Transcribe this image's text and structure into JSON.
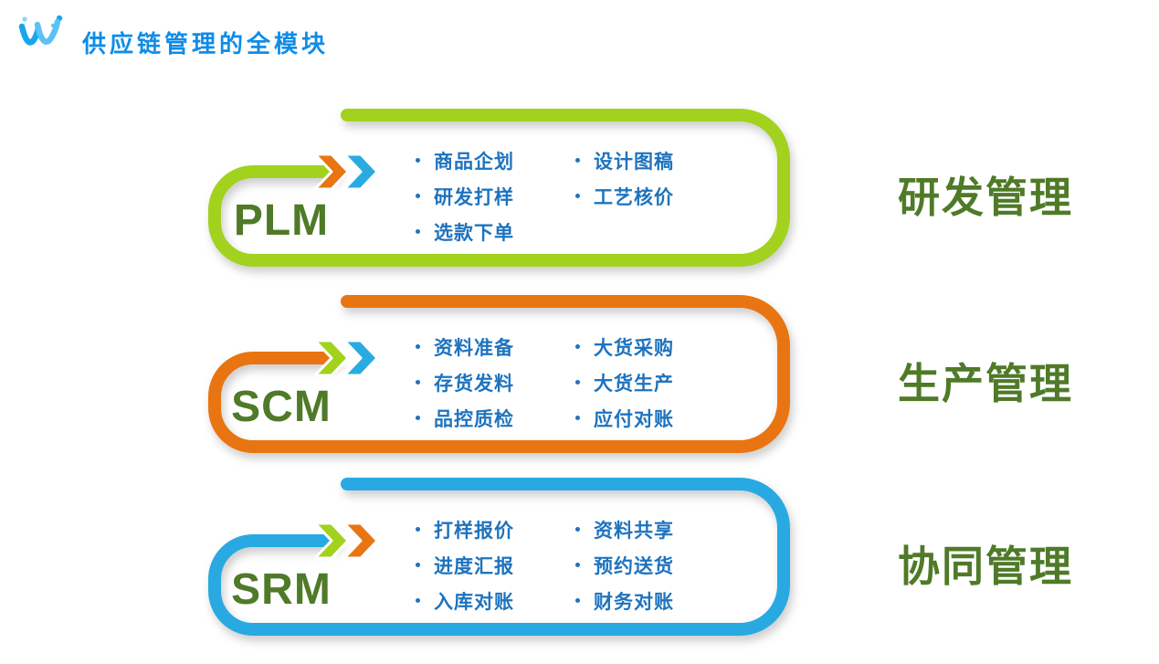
{
  "header": {
    "title": "供应链管理的全模块",
    "logo_icon": "brand-swoosh-logo"
  },
  "theme": {
    "title-blue": "#0F8CE8",
    "bullet-blue": "#1E73BE",
    "dark-green": "#4F7A28"
  },
  "modules": [
    {
      "acronym": "PLM",
      "label": "研发管理",
      "color": "#A2D21E",
      "chevrons": [
        "#E87511",
        "#29ABE2"
      ],
      "items_col1": [
        "商品企划",
        "研发打样",
        "选款下单"
      ],
      "items_col2": [
        "设计图稿",
        "工艺核价"
      ]
    },
    {
      "acronym": "SCM",
      "label": "生产管理",
      "color": "#E87511",
      "chevrons": [
        "#A2D21E",
        "#29ABE2"
      ],
      "items_col1": [
        "资料准备",
        "存货发料",
        "品控质检"
      ],
      "items_col2": [
        "大货采购",
        "大货生产",
        "应付对账"
      ]
    },
    {
      "acronym": "SRM",
      "label": "协同管理",
      "color": "#29A9E1",
      "chevrons": [
        "#A2D21E",
        "#E87511"
      ],
      "items_col1": [
        "打样报价",
        "进度汇报",
        "入库对账"
      ],
      "items_col2": [
        "资料共享",
        "预约送货",
        "财务对账"
      ]
    }
  ]
}
